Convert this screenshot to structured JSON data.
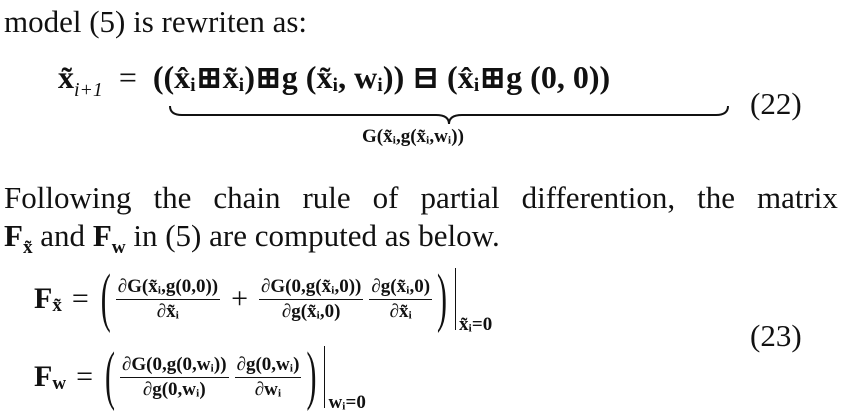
{
  "para1": {
    "text": "model (5) is rewriten as:"
  },
  "eq22": {
    "lhs": "x̃",
    "lhs_sub": "i+1",
    "rhs": "((x̂ᵢ⊞x̃ᵢ)⊞g (x̃ᵢ, wᵢ)) ⊟ (x̂ᵢ⊞g (0, 0))",
    "brace_label": "G(x̃ᵢ,g(x̃ᵢ,wᵢ))",
    "number": "(22)"
  },
  "para2": {
    "line1_words": [
      "Following",
      "the",
      "chain",
      "rule",
      "of",
      "partial",
      "differention,",
      "the",
      "matrix"
    ],
    "line2_pre": "F",
    "line2_sub1": "x̃",
    "line2_mid": " and ",
    "line2_F2": "F",
    "line2_sub2": "w",
    "line2_post": " in (5) are computed as below."
  },
  "eq23": {
    "Fx_label": "F",
    "Fx_sub": "x̃",
    "Fx_frac1_num": "∂G(x̃ᵢ,g(0,0))",
    "Fx_frac1_den": "∂x̃ᵢ",
    "Fx_frac2_num": "∂G(0,g(x̃ᵢ,0))",
    "Fx_frac2_den": "∂g(x̃ᵢ,0)",
    "Fx_frac3_num": "∂g(x̃ᵢ,0)",
    "Fx_frac3_den": "∂x̃ᵢ",
    "Fx_eval": "x̃ᵢ=0",
    "Fw_label": "F",
    "Fw_sub": "w",
    "Fw_frac1_num": "∂G(0,g(0,wᵢ))",
    "Fw_frac1_den": "∂g(0,wᵢ)",
    "Fw_frac2_num": "∂g(0,wᵢ)",
    "Fw_frac2_den": "∂wᵢ",
    "Fw_eval": "wᵢ=0",
    "number": "(23)"
  }
}
